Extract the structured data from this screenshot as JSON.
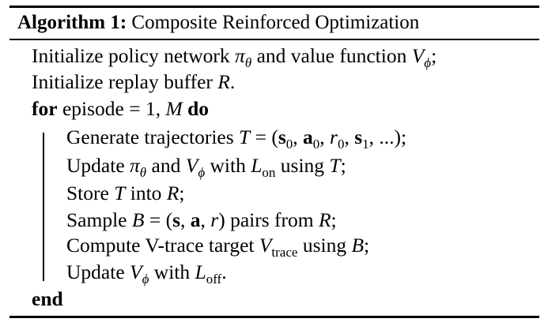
{
  "caption": {
    "label": "Algorithm 1:",
    "title": "Composite Reinforced Optimization"
  },
  "lines": {
    "init_policy": "Initialize policy network ",
    "pi": "π",
    "theta": "θ",
    "and": " and value function ",
    "V": "V",
    "phi": "ϕ",
    "semi": ";",
    "init_buffer": "Initialize replay buffer ",
    "R": "R",
    "dot": ".",
    "for_kw": "for",
    "episode": " episode ",
    "eq_one": "= 1, ",
    "M": "M",
    "do_kw": " do",
    "gen": "Generate trajectories ",
    "T": "T",
    "traj_eq": " = (",
    "s0": "s",
    "zero": "0",
    "comma": ", ",
    "a0": "a",
    "r": "r",
    "one": "1",
    "traj_end": ", ...);",
    "update1": "Update ",
    "with": " with ",
    "L": "L",
    "on": "on",
    "using": " using ",
    "store": "Store ",
    "into": " into ",
    "sample": "Sample ",
    "B": "B",
    "pair_eq": " = (",
    "s": "s",
    "a": "a",
    "pairs_from": ") pairs from ",
    "compute": "Compute V-trace target ",
    "trace": "trace",
    "update2": "Update ",
    "off": "off",
    "end_kw": "end"
  }
}
